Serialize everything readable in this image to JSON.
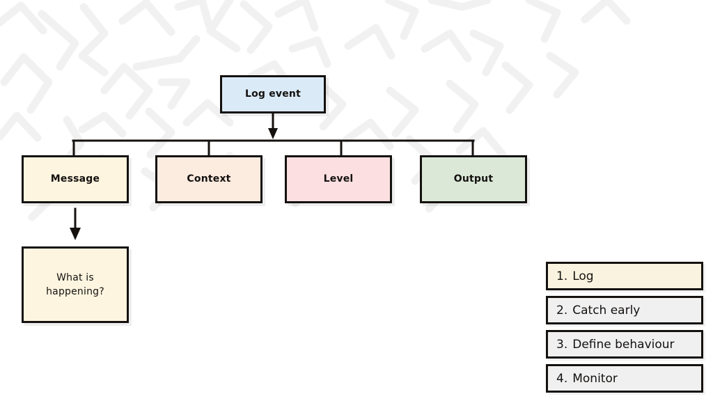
{
  "canvas": {
    "background_color": "#ffffff",
    "stroke_color": "#14110f"
  },
  "diagram": {
    "root": {
      "id": "log-event",
      "label": "Log event",
      "fill": "#dbeaf7"
    },
    "branches": [
      {
        "id": "message",
        "label": "Message",
        "fill": "#fdf5e0"
      },
      {
        "id": "context",
        "label": "Context",
        "fill": "#fcebdf"
      },
      {
        "id": "level",
        "label": "Level",
        "fill": "#fcdfe1"
      },
      {
        "id": "output",
        "label": "Output",
        "fill": "#dbe8d8"
      }
    ],
    "detail": {
      "id": "what-is-happening",
      "label": "What is\nhappening?",
      "line1": "What is",
      "line2": "happening?",
      "fill": "#fdf5e0",
      "parent": "message"
    }
  },
  "steps": {
    "highlight_fill": "#faf3df",
    "default_fill": "#f0f0f0",
    "items": [
      {
        "num": "1.",
        "text": "Log",
        "highlighted": true
      },
      {
        "num": "2.",
        "text": "Catch early",
        "highlighted": false
      },
      {
        "num": "3.",
        "text": "Define behaviour",
        "highlighted": false
      },
      {
        "num": "4.",
        "text": "Monitor",
        "highlighted": false
      }
    ]
  },
  "decoration": {
    "pattern_name": "zigzag-chevron-pattern",
    "pattern_color": "#f1f1f1"
  }
}
